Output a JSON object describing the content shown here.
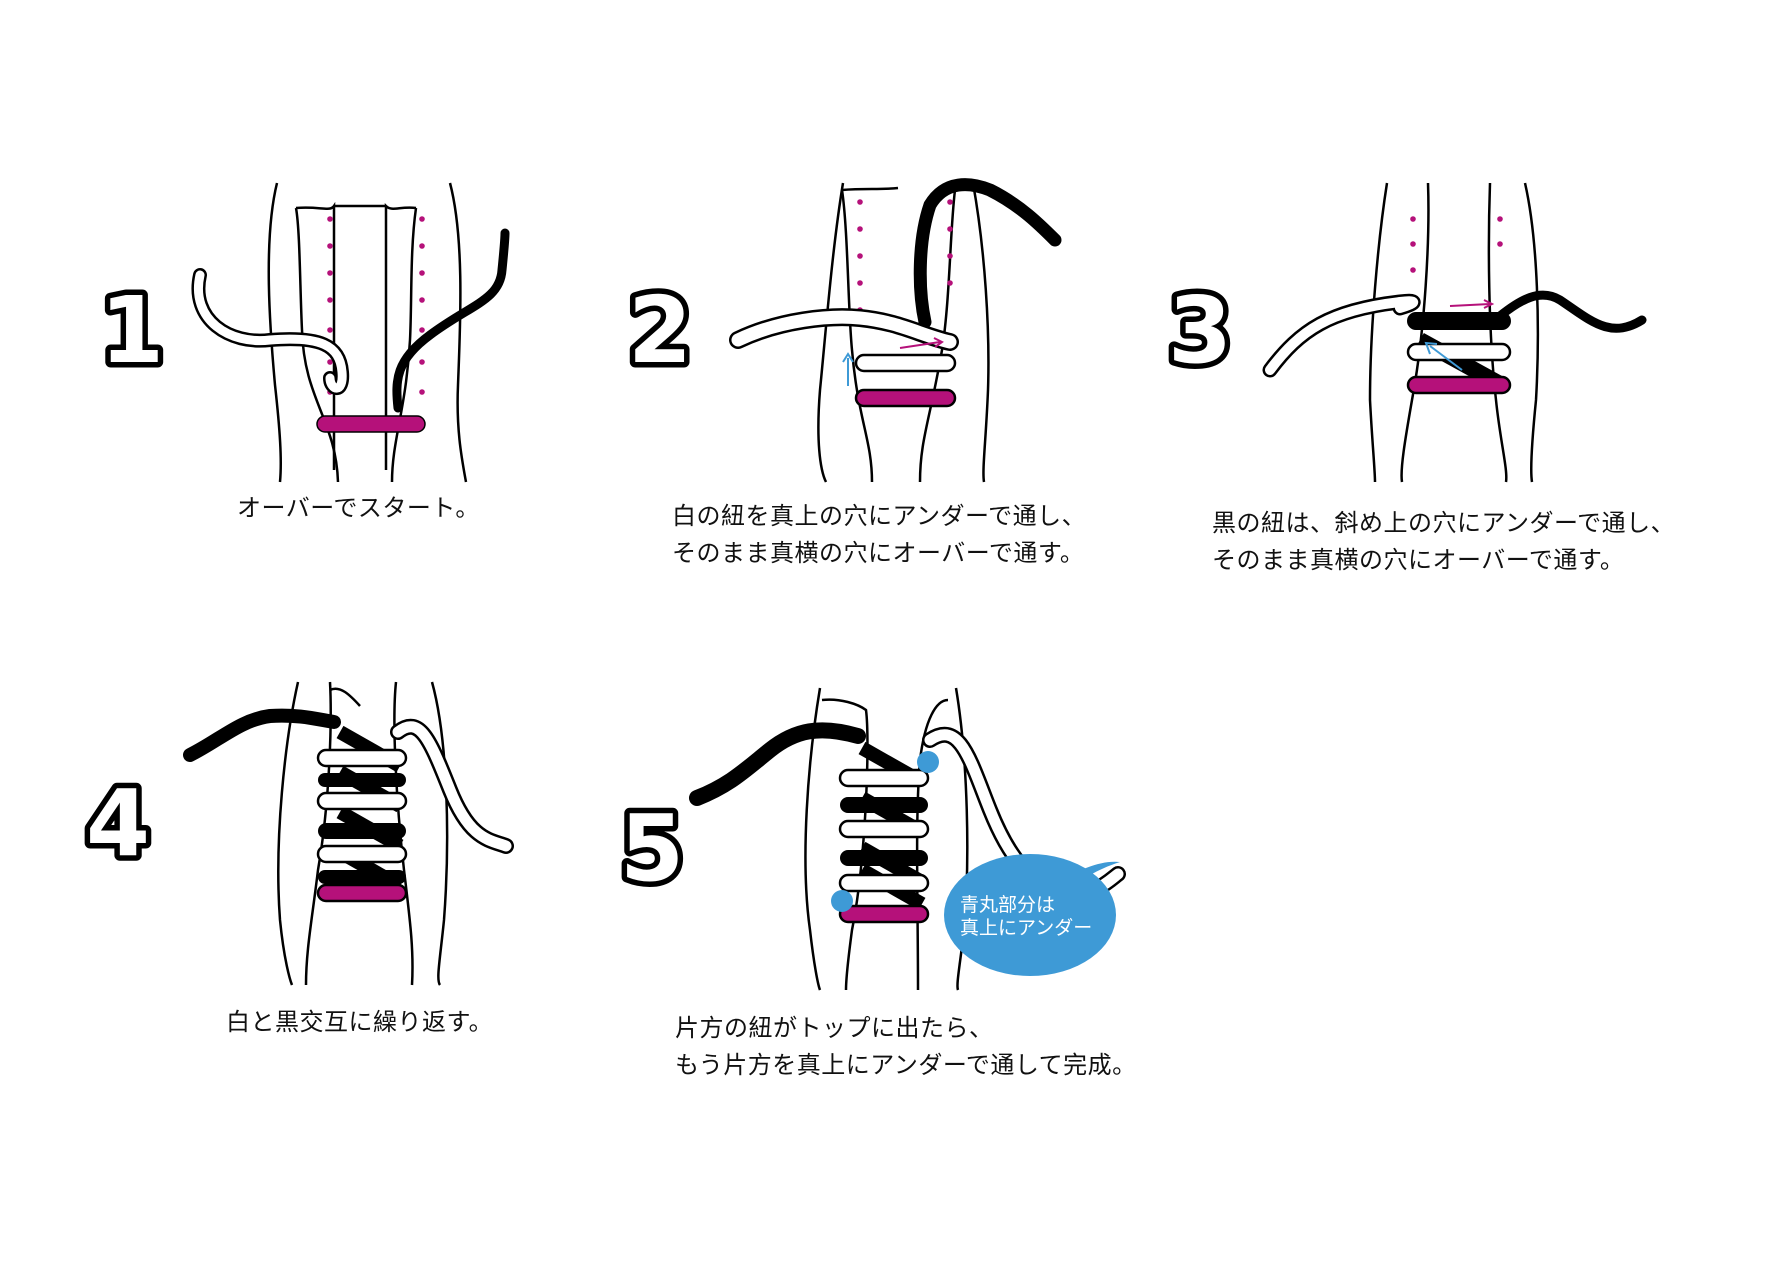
{
  "colors": {
    "accent_pink": "#B5117A",
    "accent_blue": "#3E9AD6",
    "ink": "#000000",
    "lace_white": "#FFFFFF"
  },
  "steps": [
    {
      "number": "1",
      "caption_lines": [
        "オーバーでスタート。"
      ]
    },
    {
      "number": "2",
      "caption_lines": [
        "白の紐を真上の穴にアンダーで通し、",
        "そのまま真横の穴にオーバーで通す。"
      ]
    },
    {
      "number": "3",
      "caption_lines": [
        "黒の紐は、斜め上の穴にアンダーで通し、",
        "そのまま真横の穴にオーバーで通す。"
      ]
    },
    {
      "number": "4",
      "caption_lines": [
        "白と黒交互に繰り返す。"
      ]
    },
    {
      "number": "5",
      "caption_lines": [
        "片方の紐がトップに出たら、",
        "もう片方を真上にアンダーで通して完成。"
      ]
    }
  ],
  "callout": {
    "lines": [
      "青丸部分は",
      "真上にアンダー"
    ]
  }
}
